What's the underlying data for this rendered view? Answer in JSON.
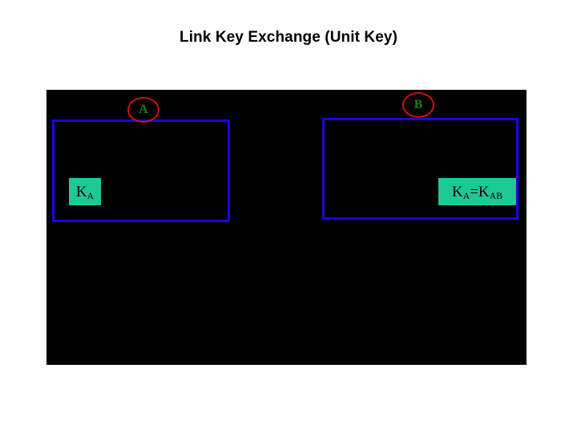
{
  "slide": {
    "title": "Link Key Exchange (Unit Key)",
    "background_color": "#FFFFFF",
    "canvas_color": "#000000"
  },
  "colors": {
    "canvas_background": "#000000",
    "device_box_stroke": "#2200DD",
    "node_ellipse_stroke": "#CC1111",
    "node_letter_text": "#1A7A1A",
    "key_chip_background": "#1FC995",
    "key_chip_text": "#000000",
    "title_text": "#000000"
  },
  "diagram": {
    "nodes": [
      {
        "id": "a",
        "label": "A",
        "name": "node-a",
        "shape": "ellipse"
      },
      {
        "id": "b",
        "label": "B",
        "name": "node-b",
        "shape": "ellipse"
      }
    ],
    "device_boxes": [
      {
        "id": "a",
        "owner": "A",
        "shape": "rectangle"
      },
      {
        "id": "b",
        "owner": "B",
        "shape": "rectangle"
      }
    ],
    "key_chips": [
      {
        "id": "a",
        "owner": "A",
        "text": "KA",
        "base": "K",
        "subscript": "A"
      },
      {
        "id": "b",
        "owner": "B",
        "text": "KA=KAB",
        "parts": [
          {
            "base": "K",
            "subscript": "A"
          },
          {
            "operator": "="
          },
          {
            "base": "K",
            "subscript": "AB"
          }
        ]
      }
    ]
  }
}
